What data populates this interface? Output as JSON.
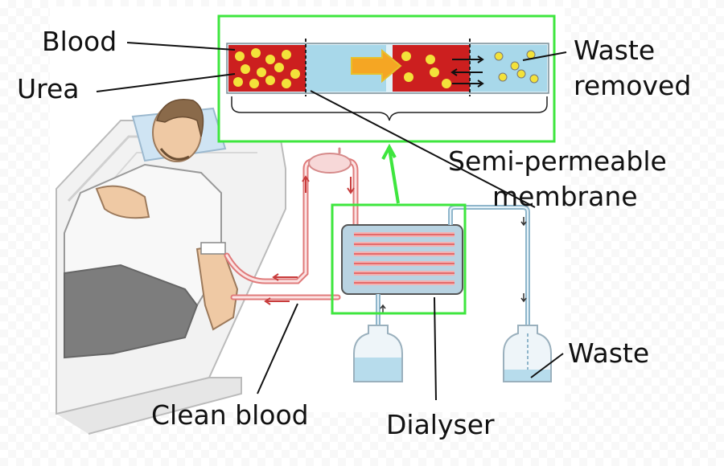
{
  "labels": {
    "blood": "Blood",
    "urea": "Urea",
    "waste_removed_1": "Waste",
    "waste_removed_2": "removed",
    "membrane_1": "Semi-permeable",
    "membrane_2": "membrane",
    "waste": "Waste",
    "clean_blood": "Clean blood",
    "dialyser": "Dialyser"
  },
  "colors": {
    "highlight": "#3ee63e",
    "blood": "#cc1f1f",
    "urea": "#f3e23a",
    "dialysate": "#a8d8ea",
    "tubing": "#e07a7a",
    "arrow": "#f5a623"
  }
}
